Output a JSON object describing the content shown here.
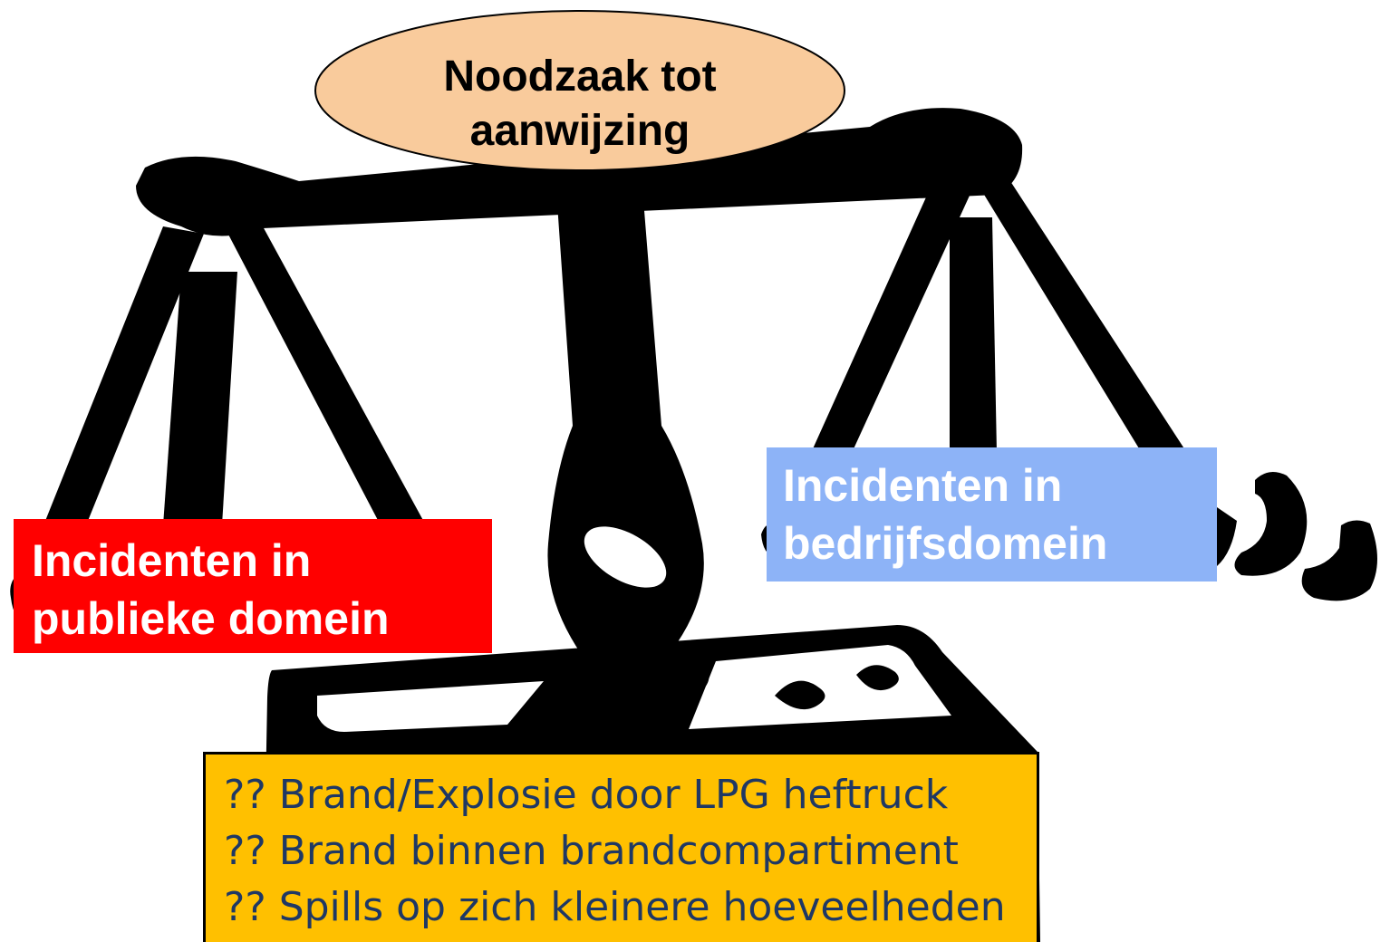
{
  "central_label": {
    "line1": "Noodzaak tot",
    "line2": "aanwijzing",
    "fill_color": "#f9cb9c"
  },
  "left_pan": {
    "line1": "Incidenten in",
    "line2": "publieke domein",
    "fill_color": "#ff0000",
    "text_color": "#ffffff"
  },
  "right_pan": {
    "line1": "Incidenten in",
    "line2": "bedrijfsdomein",
    "fill_color": "#8db3f7",
    "text_color": "#ffffff"
  },
  "examples": {
    "fill_color": "#ffc000",
    "text_color": "#1f3864",
    "items": [
      "?? Brand/Explosie door LPG heftruck",
      "?? Brand binnen brandcompartiment",
      "?? Spills op zich kleinere hoeveelheden"
    ]
  },
  "illustration": "balance-scale-icon"
}
